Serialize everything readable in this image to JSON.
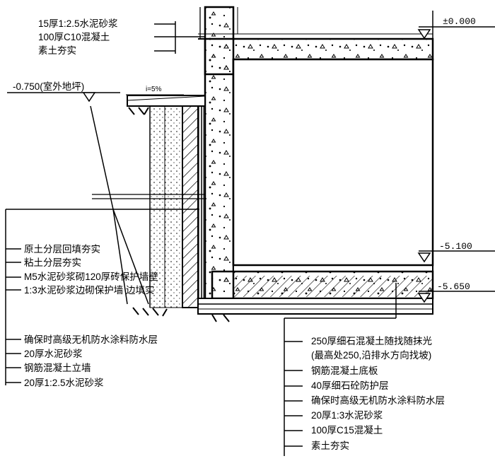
{
  "top_left_notes": [
    "15厚1:2.5水泥砂浆",
    "100厚C10混凝土",
    "素土夯实"
  ],
  "outdoor_grade_label": "-0.750(室外地坪)",
  "slope_label": "i=5%",
  "elevation_labels": {
    "top": "±0.000",
    "floor": "-5.100",
    "bottom": "-5.650"
  },
  "left_wall_notes": [
    "原土分层回填夯实",
    "粘土分层夯实",
    "M5水泥砂浆砌120厚砖保护墙壁",
    "1:3水泥砂浆边砌保护墙 边填实",
    "确保时高级无机防水涂料防水层",
    "20厚水泥砂浆",
    "钢筋混凝土立墙",
    "20厚1:2.5水泥砂浆"
  ],
  "bottom_slab_notes": [
    "250厚细石混凝土随找随抹光",
    "(最高处250,沿排水方向找坡)",
    "钢筋混凝土底板",
    "40厚细石砼防护层",
    "确保时高级无机防水涂料防水层",
    "20厚1:3水泥砂浆",
    "100厚C15混凝土",
    "素土夯实"
  ],
  "colors": {
    "ink": "#000000",
    "paper": "#ffffff"
  }
}
